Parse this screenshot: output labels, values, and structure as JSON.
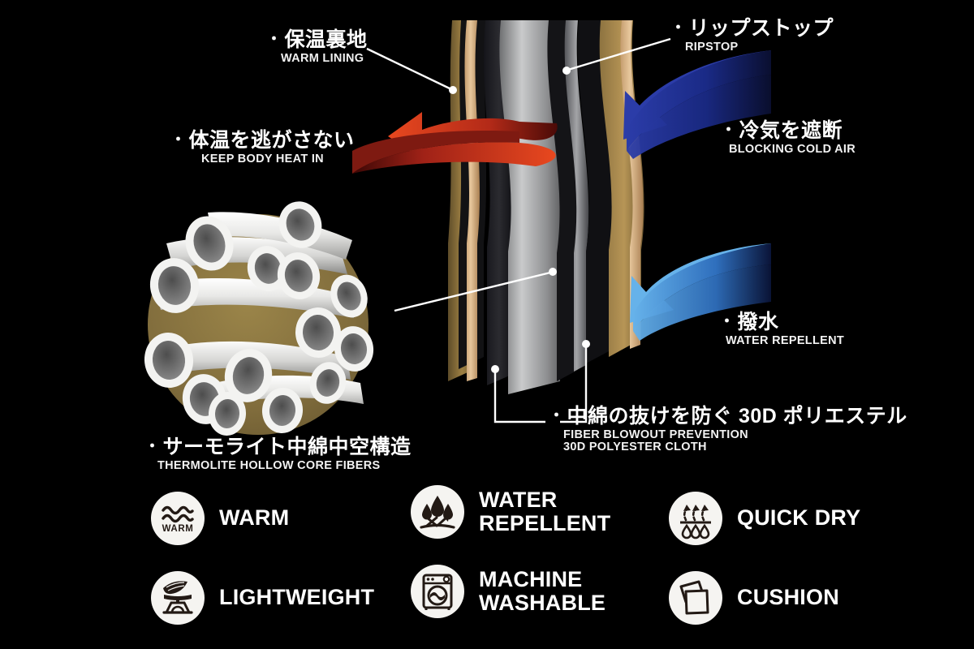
{
  "page": {
    "background_color": "#000000",
    "title": "Insulated Jacket Fabric Cross-Section Infographic"
  },
  "callouts": [
    {
      "id": "warm-lining",
      "bullet": "・",
      "jp": "保温裏地",
      "en": "WARM LINING"
    },
    {
      "id": "ripstop",
      "bullet": "・",
      "jp": "リップストップ",
      "en": "RIPSTOP"
    },
    {
      "id": "keep-body-heat-in",
      "bullet": "・",
      "jp": "体温を逃がさない",
      "en": "KEEP BODY HEAT IN"
    },
    {
      "id": "blocking-cold-air",
      "bullet": "・",
      "jp": "冷気を遮断",
      "en": "BLOCKING COLD AIR"
    },
    {
      "id": "water-repellent-callout",
      "bullet": "・",
      "jp": "撥水",
      "en": "WATER REPELLENT"
    },
    {
      "id": "polyester-cloth",
      "bullet": "・",
      "jp": "中綿の抜けを防ぐ 30D ポリエステル",
      "en": "FIBER BLOWOUT PREVENTION",
      "en2": "30D POLYESTER CLOTH"
    },
    {
      "id": "thermolite-fibers",
      "bullet": "・",
      "jp": "サーモライト中綿中空構造",
      "en": "THERMOLITE HOLLOW CORE FIBERS"
    }
  ],
  "features": [
    {
      "id": "warm",
      "icon": "warm-waves-icon",
      "label": "WARM",
      "badge_text": "WARM"
    },
    {
      "id": "water-repellent",
      "icon": "water-droplet-repel-icon",
      "label": "WATER\nREPELLENT"
    },
    {
      "id": "quick-dry",
      "icon": "quick-dry-evaporation-icon",
      "label": "QUICK DRY"
    },
    {
      "id": "lightweight",
      "icon": "feather-scale-icon",
      "label": "LIGHTWEIGHT"
    },
    {
      "id": "machine-washable",
      "icon": "washing-machine-icon",
      "label": "MACHINE\nWASHABLE"
    },
    {
      "id": "cushion",
      "icon": "cushion-squares-icon",
      "label": "CUSHION"
    }
  ],
  "colors": {
    "background": "#000000",
    "text": "#ffffff",
    "badge": "#f5f4f1",
    "badge_glyph": "#231a15",
    "fabric_tan": "#d8b183",
    "fabric_gold": "#8a6f3a",
    "fabric_dark": "#1b1b1d",
    "fabric_gray": "#9a9a9c",
    "heat_arrow": "#c8301a",
    "heat_arrow_dark": "#5d0d0b",
    "cold_arrow": "#1b2a80",
    "cold_arrow_light": "#5aa9e6",
    "fiber_circle": "#8a7540",
    "fiber_tube": "#f1f0ee",
    "leader_line": "#ffffff"
  },
  "diagram": {
    "fabric_layers": [
      "tan outer shell (ripstop)",
      "dark membrane",
      "gold mid layer",
      "gray insulation batting",
      "dark polyester cloth",
      "tan inner lining"
    ],
    "arrows": [
      {
        "name": "body-heat-arrow",
        "direction": "left",
        "color": "#c8301a"
      },
      {
        "name": "cold-air-arrow-upper",
        "direction": "up-left",
        "color": "#1b2a80"
      },
      {
        "name": "water-repel-arrow-lower",
        "direction": "up-left",
        "color": "#5aa9e6"
      }
    ]
  }
}
